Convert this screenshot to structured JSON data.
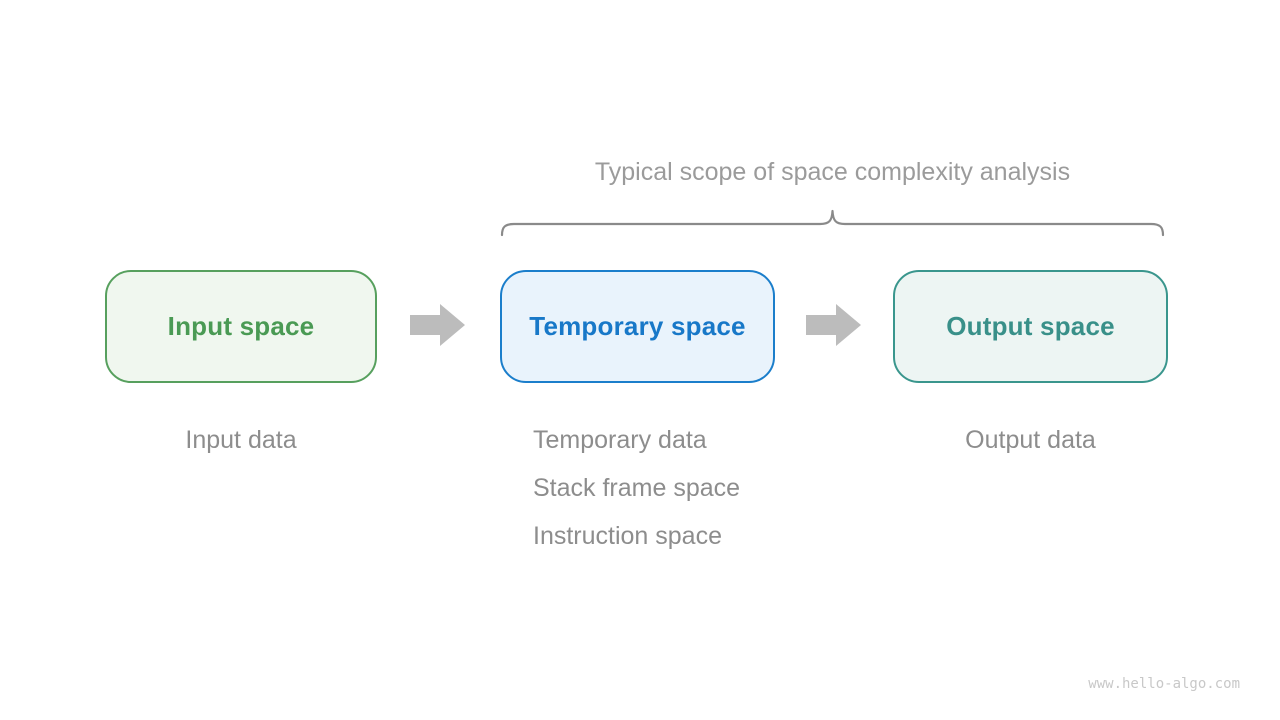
{
  "page": {
    "background": "#ffffff",
    "watermark": "www.hello-algo.com"
  },
  "annotation": {
    "title": "Typical scope of space complexity analysis",
    "brace_icon": "curly-brace-top",
    "brace_color": "#8a8a8a",
    "title_color": "#9b9b9b"
  },
  "boxes": [
    {
      "id": "input-space",
      "label": "Input space",
      "sublabels": [
        "Input data"
      ],
      "border_color": "#57a05e",
      "fill_color": "#f0f7ef",
      "text_color": "#4a9a54",
      "in_brace_scope": false
    },
    {
      "id": "temporary-space",
      "label": "Temporary space",
      "sublabels": [
        "Temporary data",
        "Stack frame space",
        "Instruction space"
      ],
      "border_color": "#1b7ecb",
      "fill_color": "#e9f3fc",
      "text_color": "#1878c8",
      "in_brace_scope": true
    },
    {
      "id": "output-space",
      "label": "Output space",
      "sublabels": [
        "Output data"
      ],
      "border_color": "#3a968d",
      "fill_color": "#edf5f3",
      "text_color": "#399089",
      "in_brace_scope": true
    }
  ],
  "connectors": [
    {
      "icon": "block-arrow-right",
      "from": "input-space",
      "to": "temporary-space",
      "color": "#bcbcbc"
    },
    {
      "icon": "block-arrow-right",
      "from": "temporary-space",
      "to": "output-space",
      "color": "#bcbcbc"
    }
  ],
  "colors": {
    "label_gray": "#8d8d8d",
    "watermark_gray": "#c8c8c8"
  }
}
